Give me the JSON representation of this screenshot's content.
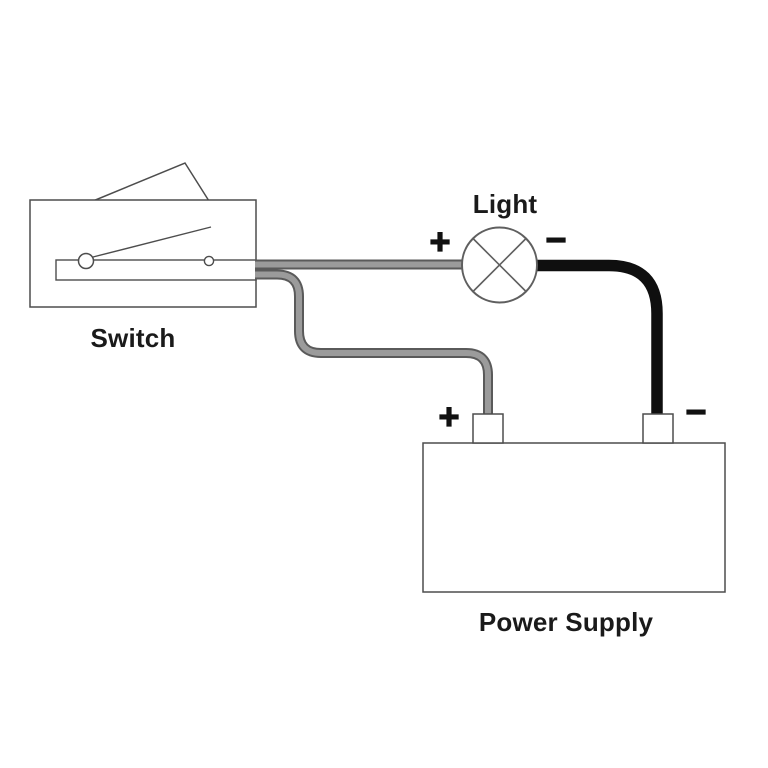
{
  "diagram": {
    "type": "simple-circuit",
    "components": {
      "switch": {
        "label": "Switch"
      },
      "light": {
        "label": "Light",
        "positive_sign": "+",
        "negative_sign": "−"
      },
      "power_supply": {
        "label": "Power Supply",
        "positive_sign": "+",
        "negative_sign": "−"
      }
    },
    "connections": [
      {
        "from": "switch",
        "to": "light-positive-terminal",
        "wire": "gray"
      },
      {
        "from": "switch",
        "to": "power-supply-positive-terminal",
        "wire": "gray"
      },
      {
        "from": "light-negative-terminal",
        "to": "power-supply-negative-terminal",
        "wire": "black"
      }
    ],
    "colors": {
      "outline": "#4d4d4d",
      "light_outline": "#5f5f5f",
      "wire_gray_core": "#9b9b9b",
      "wire_gray_edge": "#5a5a5a",
      "wire_black": "#0f0f0f",
      "text": "#1a1a1a",
      "background": "#ffffff"
    }
  }
}
